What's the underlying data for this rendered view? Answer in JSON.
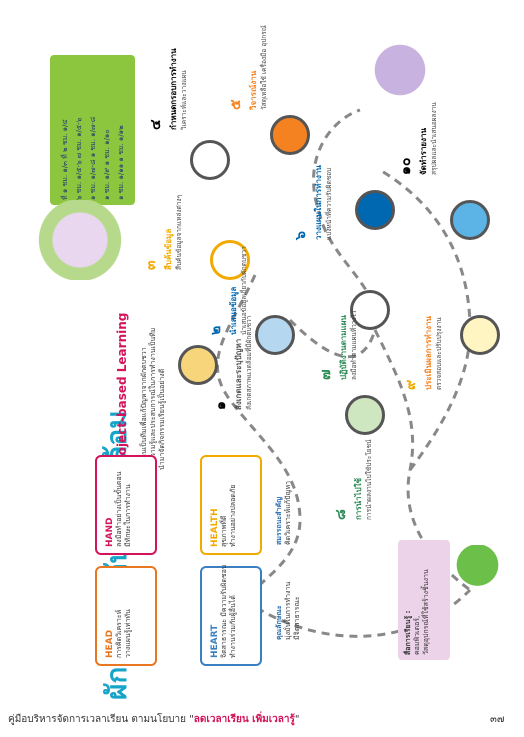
{
  "title": "ผักตบชวากับสิ่งแวดล้อม",
  "subtitle": "Project-based Learning",
  "intro": [
    "ทำงานเป็นทีมเพื่อแก้ปัญหาจากผักตบชวา",
    "ใช้ความรู้และประสบการณ์ในการทำงานเป็นทีม",
    "นำมาจัดกิจกรรมเรียนรู้เป็นอย่างดี"
  ],
  "cards": {
    "head": {
      "title": "HEAD",
      "text": [
        "การคิดวิเคราะห์",
        "วางแผนรู้เท่าทัน"
      ]
    },
    "hand": {
      "title": "HAND",
      "text": [
        "ลงมือทำอย่างเป็นขั้นตอน",
        "มีทักษะในการทำงาน"
      ]
    },
    "heart": {
      "title": "HEART",
      "text": [
        "จิตสาธารณะ มีความรับผิดชอบ",
        "ทำงานร่วมกับผู้อื่นได้"
      ]
    },
    "health": {
      "title": "HEALTH",
      "text": [
        "สุขภาพที่ดี",
        "ทำงานอย่างปลอดภัย"
      ]
    }
  },
  "traits": {
    "title": "คุณลักษณะ",
    "text": [
      "มุ่งมั่นในการทำงาน",
      "มีจิตสาธารณะ"
    ]
  },
  "competency": {
    "title": "สมรรถนะสำคัญ",
    "text": [
      "คิดวิเคราะห์แก้ปัญหา"
    ]
  },
  "steps": [
    {
      "num": "๑",
      "title": "สังเกตและระบุปัญหา",
      "text": "สังเกตสภาพแวดล้อมที่มีผักตบชวา"
    },
    {
      "num": "๒",
      "title": "นำเสนอข้อมูล",
      "text": "นำเสนอข้อมูลเกี่ยวกับผักตบชวา"
    },
    {
      "num": "๓",
      "title": "สืบค้นข้อมูล",
      "text": "สืบค้นข้อมูลจากแหล่งต่างๆ"
    },
    {
      "num": "๔",
      "title": "กำหนดกรอบการทำงาน",
      "text": "วิเคราะห์และวางแผน"
    },
    {
      "num": "๕",
      "title": "วิจารณ์งาน",
      "text": "วัสดุเหลือใช้ เครื่องมือ อุปกรณ์"
    },
    {
      "num": "๖",
      "title": "วางแผนในการทำงาน",
      "text": "แบ่งหน้าที่ความรับผิดชอบ"
    },
    {
      "num": "๗",
      "title": "ปฏิบัติงานตามแผน",
      "text": "ลงมือทำตามแผนที่วางไว้"
    },
    {
      "num": "๘",
      "title": "การนำไปใช้",
      "text": "การนำผลงานไปใช้ประโยชน์"
    },
    {
      "num": "๙",
      "title": "ประเมินผลการทำงาน",
      "text": "ตรวจสอบและปรับปรุงงาน"
    },
    {
      "num": "๑๐",
      "title": "จัดทำรายงาน",
      "text": "สรุปผลและนำเสนอผลงาน"
    }
  ],
  "schedule": [
    "ที่ ๑ ชม. ๑/๓ ที่ ๒ ชม. ๑/๔",
    "๖ ชม. ๑/๕-๖ ๗ ชม. ๑/๕-๖",
    "๑ ชม. ๑/๗-๘ ๑ ชม. ๑/๗-๘",
    "๑ ชม. ๑/๙ ๑ ชม. ๑/๑๐",
    "๑ ชม. ๑/๑๑ ๑ ชม. ๑/๑๒"
  ],
  "note": {
    "title": "สื่อการเรียนรู้ :",
    "text": [
      "คอมพิวเตอร์,",
      "วัสดุอุปกรณ์ที่ใช้สร้างชิ้นงาน"
    ]
  },
  "footer": {
    "prefix": "คู่มือบริหารจัดการเวลาเรียน ตามนโยบาย",
    "highlight": "ลดเวลาเรียน เพิ่มเวลารู้",
    "page": "๓๗"
  },
  "colors": {
    "title": "#17a4c9",
    "subtitle": "#d4145a",
    "head": "#e87722",
    "hand": "#d4145a",
    "heart": "#3a7fc1",
    "health": "#f2a900",
    "traits": "#2c6ead",
    "note": "#a8459b"
  }
}
